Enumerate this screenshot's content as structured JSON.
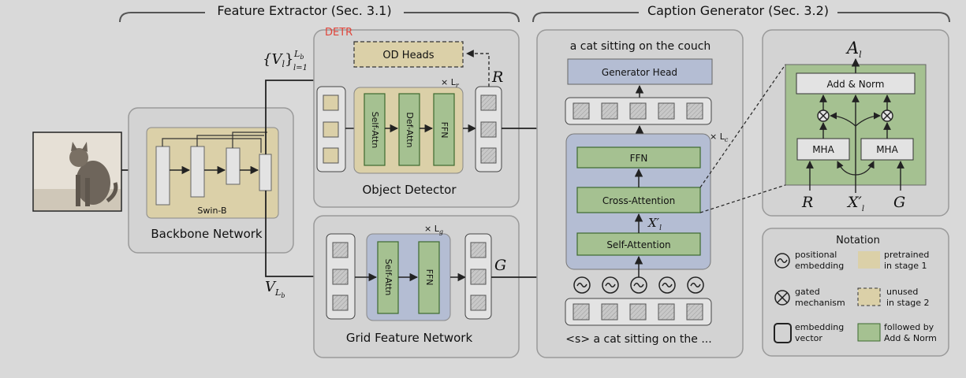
{
  "sections": {
    "feature_extractor": "Feature Extractor (Sec. 3.1)",
    "caption_generator": "Caption Generator (Sec. 3.2)"
  },
  "backbone": {
    "title": "Backbone Network",
    "inner": "Swin-B"
  },
  "detector": {
    "title": "Object Detector",
    "detr": "DETR",
    "od_heads": "OD Heads",
    "self_attn": "Self-Attn",
    "def_attn": "Def-Attn",
    "ffn": "FFN",
    "repeat": "× L",
    "repeat_sub": "r",
    "output": "R"
  },
  "grid": {
    "title": "Grid Feature Network",
    "self_attn": "Self-Attn",
    "ffn": "FFN",
    "repeat": "× L",
    "repeat_sub": "g",
    "output": "G"
  },
  "backbone_outputs": {
    "multi": "{V",
    "multi_sub": "l",
    "multi_close": "}",
    "multi_sup": "L",
    "multi_sup_sub": "b",
    "multi_lower": "l=1",
    "last": "V",
    "last_sub": "L",
    "last_sub_sub": "b"
  },
  "caption": {
    "output_text": "a cat sitting on the couch",
    "generator_head": "Generator Head",
    "ffn": "FFN",
    "cross_attention": "Cross-Attention",
    "self_attention": "Self-Attention",
    "xl_label": "X′",
    "xl_sub": "l",
    "repeat": "× L",
    "repeat_sub": "c",
    "input_text": "<s> a cat sitting on the ..."
  },
  "detail": {
    "top_label": "A",
    "top_sub": "l",
    "add_norm": "Add & Norm",
    "mha_left": "MHA",
    "mha_right": "MHA",
    "in_r": "R",
    "in_x": "X′",
    "in_x_sub": "l",
    "in_g": "G"
  },
  "notation": {
    "title": "Notation",
    "positional": [
      "positional",
      "embedding"
    ],
    "gated": [
      "gated",
      "mechanism"
    ],
    "embedding_vector": [
      "embedding",
      "vector"
    ],
    "pretrained": [
      "pretrained",
      "in stage 1"
    ],
    "unused": [
      "unused",
      "in stage 2"
    ],
    "followed": [
      "followed by",
      "Add & Norm"
    ]
  },
  "colors": {
    "tan": "#dbd0a8",
    "green": "#a5c191",
    "blue": "#b4bdd3",
    "box_gray": "#e3e3e3",
    "detr_red": "#e0443a"
  }
}
